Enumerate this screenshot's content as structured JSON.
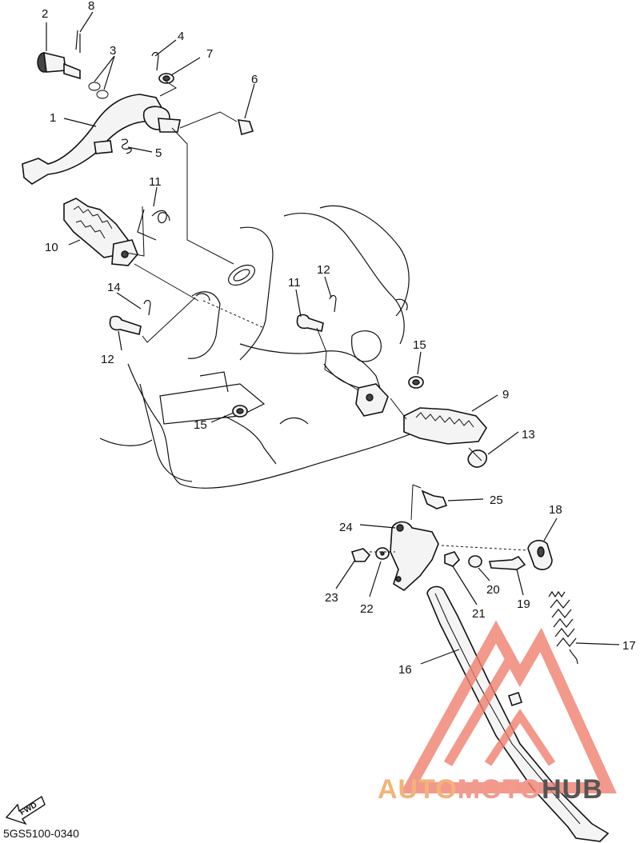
{
  "diagram": {
    "code": "5GS5100-0340",
    "direction_label": "FWD",
    "watermark": {
      "part1": "AUTO",
      "part2": "MOTO",
      "part3": "HUB",
      "color_main": "#f08070",
      "color_text1": "#f2b37a",
      "color_text2": "#f29a8e",
      "color_text3": "#555555"
    },
    "callouts": [
      "1",
      "2",
      "3",
      "4",
      "5",
      "6",
      "7",
      "8",
      "9",
      "10",
      "11",
      "12",
      "14",
      "11",
      "12",
      "15",
      "15",
      "13",
      "25",
      "18",
      "24",
      "23",
      "22",
      "21",
      "20",
      "19",
      "17",
      "16"
    ]
  }
}
